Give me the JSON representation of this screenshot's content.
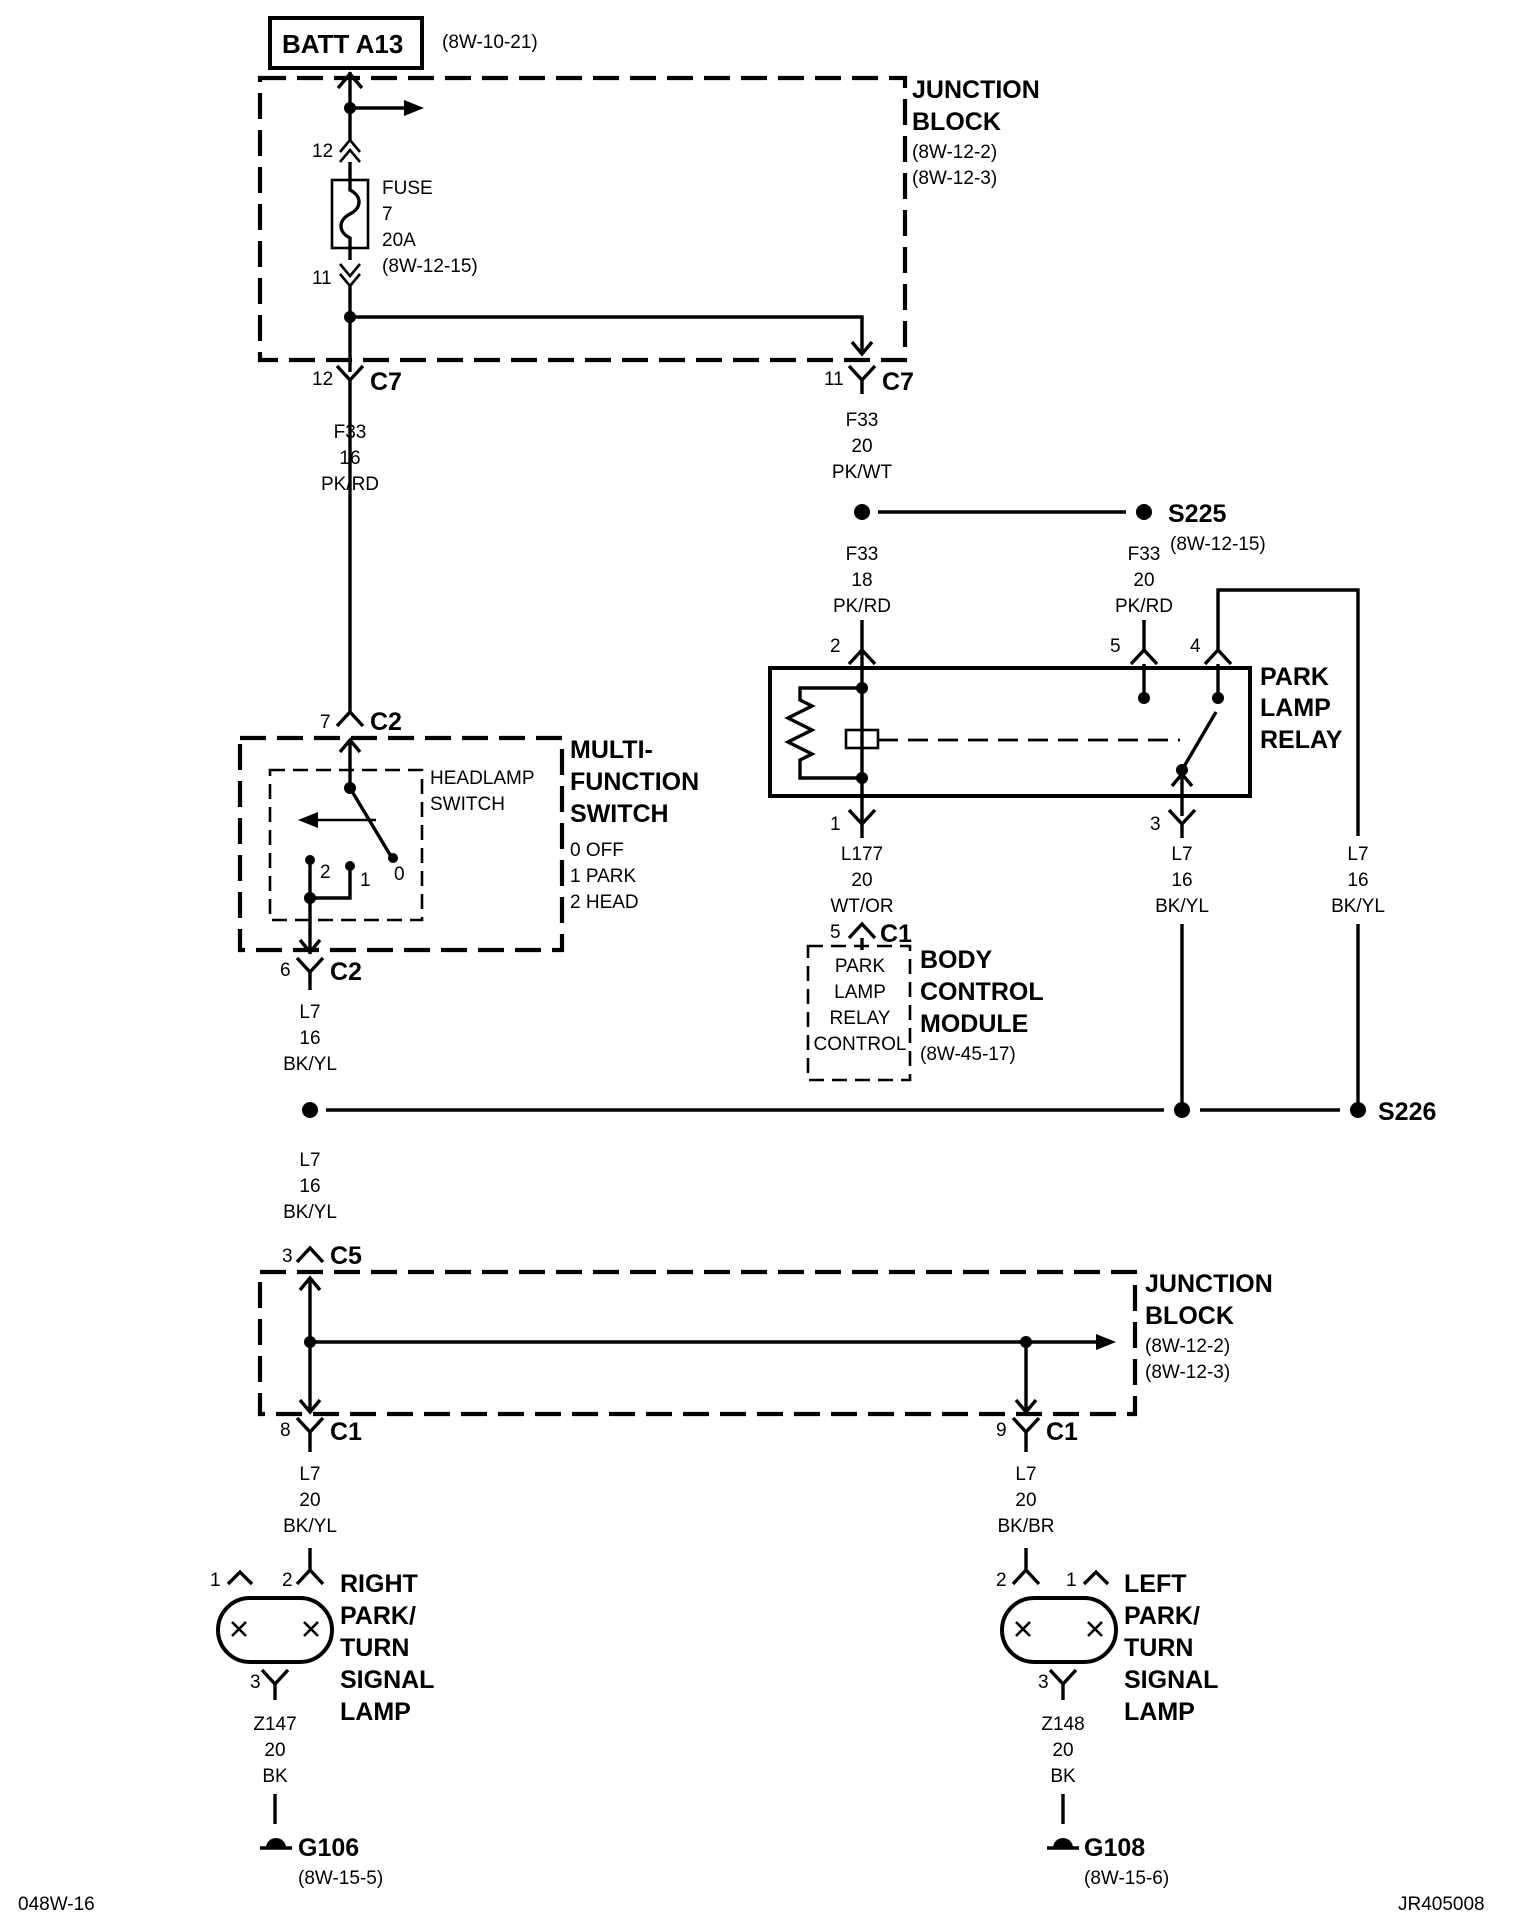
{
  "battery": {
    "name": "BATT A13",
    "ref": "(8W-10-21)"
  },
  "junction_block_top": {
    "title1": "JUNCTION",
    "title2": "BLOCK",
    "ref1": "(8W-12-2)",
    "ref2": "(8W-12-3)"
  },
  "fuse": {
    "pin_in": "12",
    "pin_out": "11",
    "label": "FUSE",
    "number": "7",
    "rating": "20A",
    "ref": "(8W-12-15)"
  },
  "connectors": {
    "c7_left_pin": "12",
    "c7_left_name": "C7",
    "c7_right_pin": "11",
    "c7_right_name": "C7",
    "c2_top_pin": "7",
    "c2_top_name": "C2",
    "c2_bot_pin": "6",
    "c2_bot_name": "C2",
    "c1_bcm_pin": "5",
    "c1_bcm_name": "C1",
    "c5_pin": "3",
    "c5_name": "C5",
    "c1_left_pin": "8",
    "c1_left_name": "C1",
    "c1_right_pin": "9",
    "c1_right_name": "C1"
  },
  "wires": {
    "w1": {
      "circuit": "F33",
      "gauge": "16",
      "color": "PK/RD"
    },
    "w2": {
      "circuit": "F33",
      "gauge": "20",
      "color": "PK/WT"
    },
    "w3": {
      "circuit": "F33",
      "gauge": "18",
      "color": "PK/RD"
    },
    "w4": {
      "circuit": "F33",
      "gauge": "20",
      "color": "PK/RD"
    },
    "w5": {
      "circuit": "L177",
      "gauge": "20",
      "color": "WT/OR"
    },
    "w6": {
      "circuit": "L7",
      "gauge": "16",
      "color": "BK/YL"
    },
    "w7": {
      "circuit": "L7",
      "gauge": "16",
      "color": "BK/YL"
    },
    "w8": {
      "circuit": "L7",
      "gauge": "16",
      "color": "BK/YL"
    },
    "w9": {
      "circuit": "L7",
      "gauge": "16",
      "color": "BK/YL"
    },
    "w10": {
      "circuit": "L7",
      "gauge": "20",
      "color": "BK/YL"
    },
    "w11": {
      "circuit": "L7",
      "gauge": "20",
      "color": "BK/BR"
    },
    "w12": {
      "circuit": "Z147",
      "gauge": "20",
      "color": "BK"
    },
    "w13": {
      "circuit": "Z148",
      "gauge": "20",
      "color": "BK"
    }
  },
  "splices": {
    "s225": "S225",
    "s225_ref": "(8W-12-15)",
    "s226": "S226"
  },
  "relay": {
    "title1": "PARK",
    "title2": "LAMP",
    "title3": "RELAY",
    "pin2": "2",
    "pin5": "5",
    "pin4": "4",
    "pin1": "1",
    "pin3": "3"
  },
  "switch": {
    "title1": "MULTI-",
    "title2": "FUNCTION",
    "title3": "SWITCH",
    "sub1": "HEADLAMP",
    "sub2": "SWITCH",
    "pos2": "2",
    "pos1": "1",
    "pos0": "0",
    "leg0": "0 OFF",
    "leg1": "1 PARK",
    "leg2": "2 HEAD"
  },
  "bcm": {
    "int1": "PARK",
    "int2": "LAMP",
    "int3": "RELAY",
    "int4": "CONTROL",
    "title1": "BODY",
    "title2": "CONTROL",
    "title3": "MODULE",
    "ref": "(8W-45-17)"
  },
  "junction_block_bot": {
    "title1": "JUNCTION",
    "title2": "BLOCK",
    "ref1": "(8W-12-2)",
    "ref2": "(8W-12-3)"
  },
  "right_lamp": {
    "pin1": "1",
    "pin2": "2",
    "pin3": "3",
    "t1": "RIGHT",
    "t2": "PARK/",
    "t3": "TURN",
    "t4": "SIGNAL",
    "t5": "LAMP"
  },
  "left_lamp": {
    "pin2": "2",
    "pin1": "1",
    "pin3": "3",
    "t1": "LEFT",
    "t2": "PARK/",
    "t3": "TURN",
    "t4": "SIGNAL",
    "t5": "LAMP"
  },
  "grounds": {
    "g106": "G106",
    "g106_ref": "(8W-15-5)",
    "g108": "G108",
    "g108_ref": "(8W-15-6)"
  },
  "footer": {
    "left": "048W-16",
    "right": "JR405008"
  }
}
